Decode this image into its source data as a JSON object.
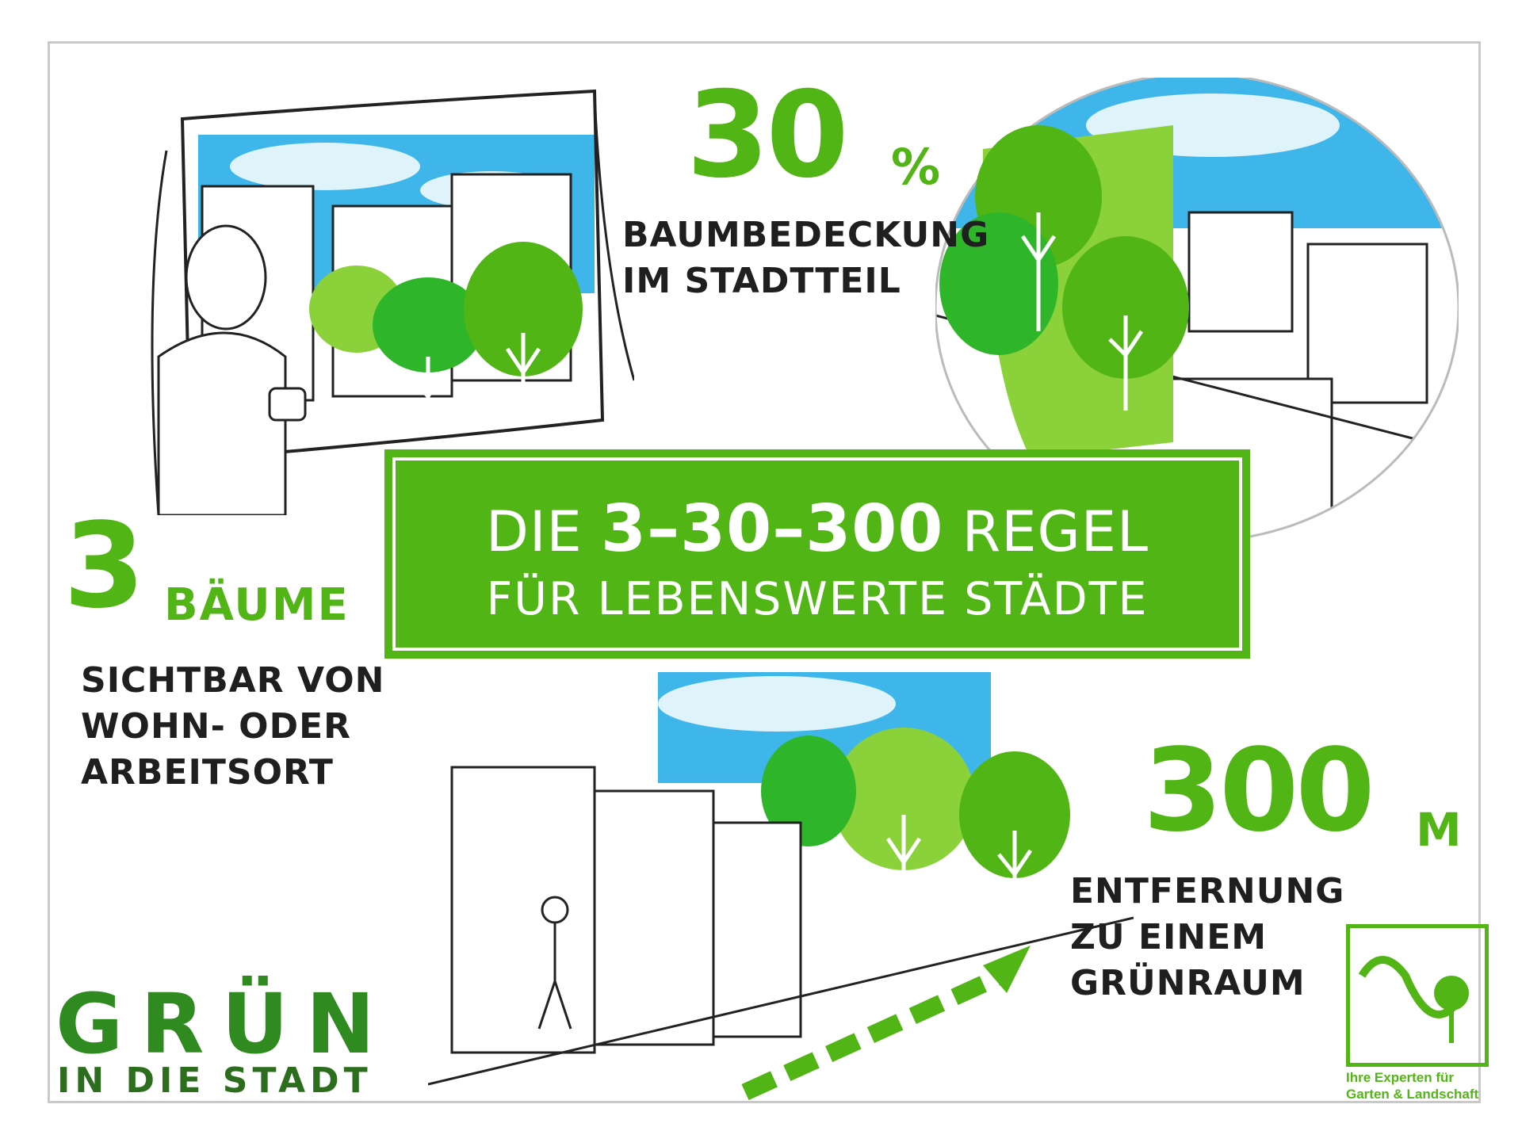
{
  "banner": {
    "line1_prefix": "DIE ",
    "line1_strong": "3–30–300",
    "line1_suffix": " REGEL",
    "line2": "FÜR LEBENSWERTE STÄDTE"
  },
  "rule_3": {
    "number": "3",
    "unit": "BÄUME",
    "description": [
      "SICHTBAR VON",
      "WOHN- ODER",
      "ARBEITSORT"
    ]
  },
  "rule_30": {
    "number": "30",
    "unit": "%",
    "description": [
      "BAUMBEDECKUNG",
      "IM STADTTEIL"
    ]
  },
  "rule_300": {
    "number": "300",
    "unit": "M",
    "description": [
      "ENTFERNUNG",
      "ZU EINEM",
      "GRÜNRAUM"
    ]
  },
  "logo": {
    "title": "GRÜN",
    "subtitle": "IN DIE STADT"
  },
  "badge": {
    "lines": [
      "Ihre Experten für",
      "Garten & Landschaft"
    ]
  },
  "colors": {
    "accent": "#52b516",
    "dark_green": "#2d6e1e",
    "sky": "#3fb6ea",
    "text": "#1f1f1f"
  }
}
